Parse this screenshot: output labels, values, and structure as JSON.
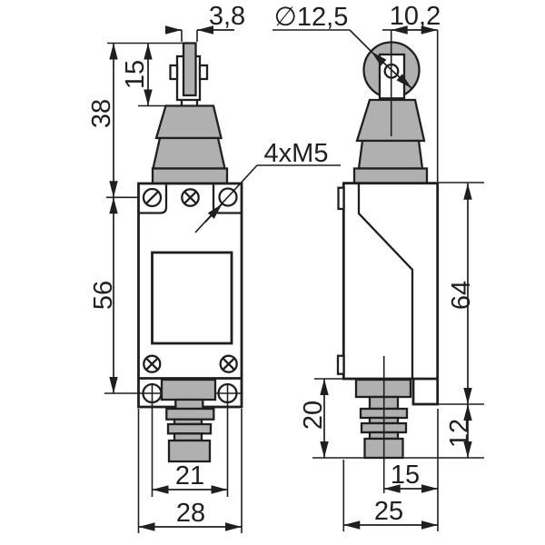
{
  "colors": {
    "line": "#1f1f1f",
    "fill_gray": "#b0b0b0",
    "background": "#ffffff"
  },
  "dims": {
    "front": {
      "pin_width": "3,8",
      "pin_height": "15",
      "head_height": "38",
      "body_height": "56",
      "hole_spacing": "21",
      "body_width": "28",
      "thread": "4xM5"
    },
    "side": {
      "roller_diameter": "∅12,5",
      "roller_offset": "10,2",
      "body_height": "64",
      "gland_length": "20",
      "flange_height": "12",
      "gland_offset": "15",
      "body_depth": "25"
    }
  }
}
